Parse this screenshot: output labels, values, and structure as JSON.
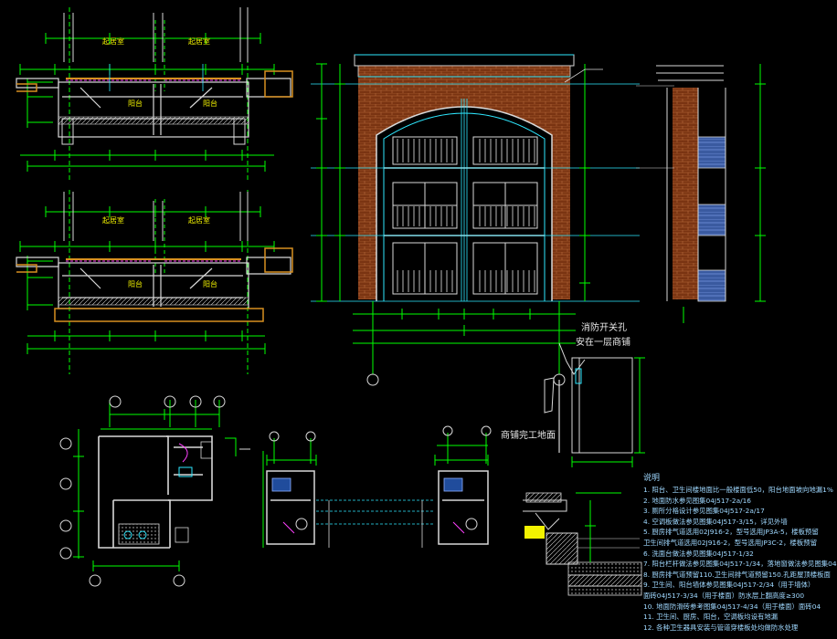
{
  "drawing": {
    "colors": {
      "background": "#000000",
      "dimension": "#00ff00",
      "wall": "#d8d8d8",
      "grid": "#2ee8ff",
      "brick": "#8a3b14",
      "text_yellow": "#f2f200",
      "notes_blue": "#9fd8ff",
      "orange": "#d89020",
      "magenta": "#ff40ff"
    },
    "plans": {
      "upper_room_labels": [
        "起居室",
        "起居室"
      ],
      "balcony_labels": [
        "阳台",
        "阳台"
      ]
    },
    "annotations": {
      "fire_switch": "消防开关孔",
      "fire_switch_sub": "安在一层商铺",
      "shop_floor": "商铺完工地面"
    },
    "notes": {
      "title": "说明",
      "lines": [
        "1. 阳台、卫生间楼地面比一般楼面低50，阳台地面坡向地漏1%",
        "2. 地面防水参见图集04J517-2a/16",
        "3. 厕所分格设计参见图集04J517-2a/17",
        "4. 空调板做法参见图集04J517-3/15，详见外墙",
        "5. 厨房排气道选用02J916-2，型号选用JP3A-5，楼板预留",
        "   卫生间排气道选用02J916-2，型号选用JP3C-2，楼板预留",
        "6. 洗面台做法参见图集04J517-1/32",
        "7. 阳台栏杆做法参见图集04J517-1/34，落地窗做法参见图集04",
        "8. 厨房排气道预留110.卫生间排气道预留150.孔距屋顶楼板面",
        "9. 卫生间、阳台墙体参见图集04J517-2/34（用于墙体）",
        "   面砖04J517-3/34（用于楼面）防水层上翻高度≥300",
        "10. 地面防滑砖参考图集04J517-4/34（用于楼面）面砖04",
        "11. 卫生间、厨房、阳台，空调板均设有地漏",
        "12. 各种卫生器具安装与管道穿楼板处均做防水处理"
      ]
    }
  }
}
